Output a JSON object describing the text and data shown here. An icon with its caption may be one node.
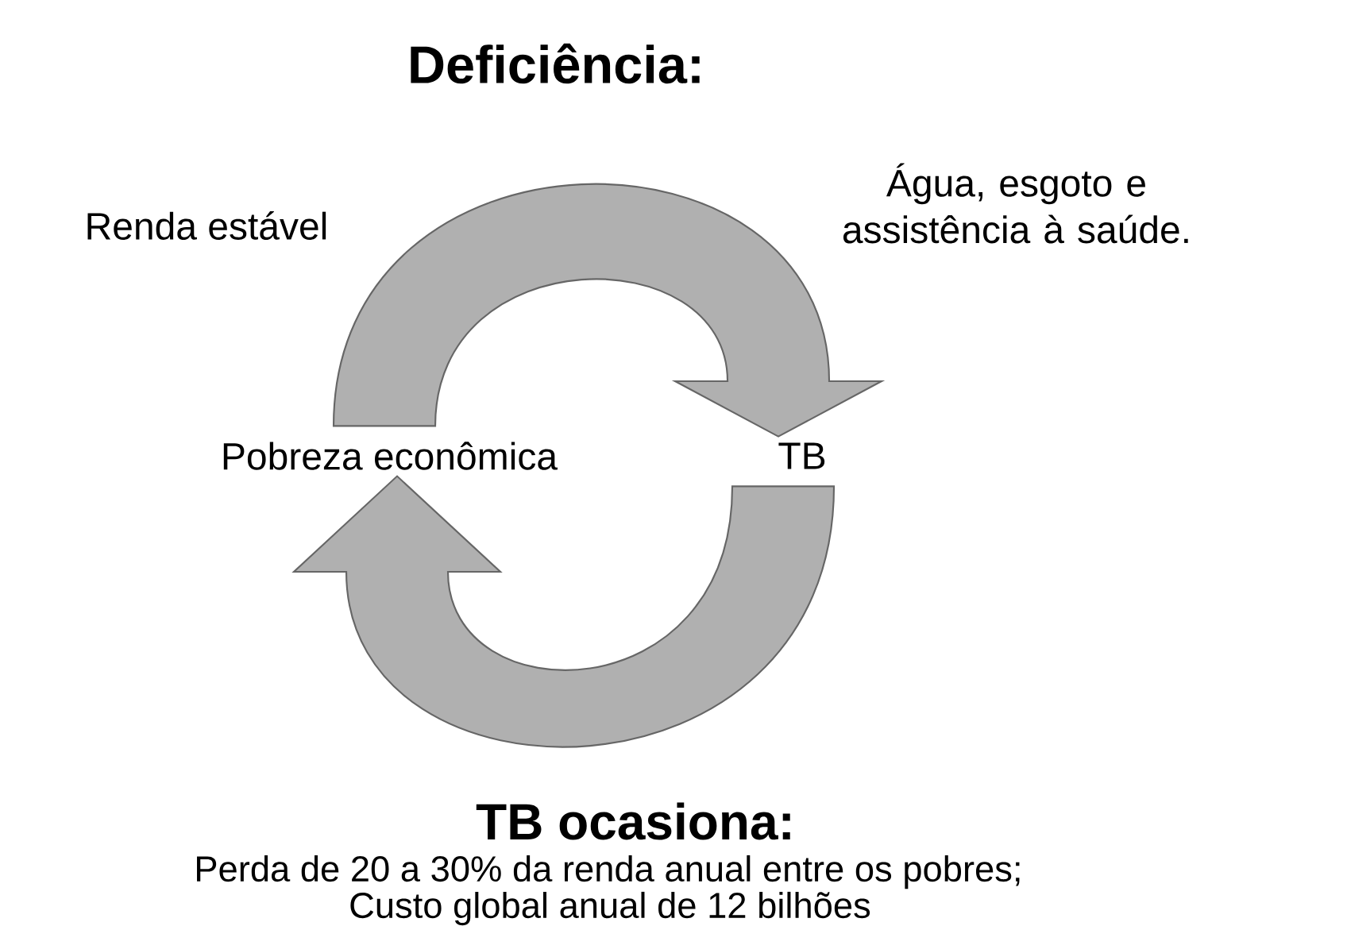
{
  "diagram": {
    "title": "Deficiência:",
    "nodes": [
      {
        "text": [
          "Pobreza econômica"
        ]
      },
      {
        "text": [
          "TB"
        ]
      }
    ],
    "edges": [
      {
        "from": 0,
        "to": 1,
        "arrow": "to"
      },
      {
        "from": 1,
        "to": 0,
        "arrow": "to"
      }
    ],
    "labels": [
      "Renda estável",
      "Água, esgoto e assistência à saúde.",
      "TB ocasiona:",
      "Perda de 20 a 30% da renda anual entre os pobres;",
      "Custo global anual de 12 bilhões"
    ]
  }
}
